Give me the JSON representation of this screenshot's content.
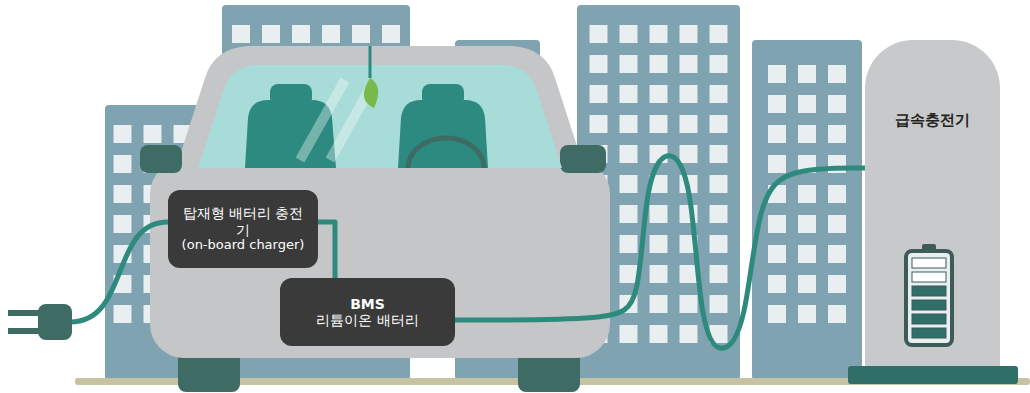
{
  "diagram": {
    "nodes": [
      {
        "text": [
          "탑재형 배터리 충전기",
          "(on-board charger)"
        ]
      },
      {
        "text": [
          "BMS",
          "리튬이온 배터리"
        ]
      },
      {
        "text": [
          "급속충전기"
        ]
      }
    ],
    "edges": [
      {
        "from": 0,
        "to": 1,
        "arrow": "none"
      },
      {
        "from": 1,
        "to": 2,
        "arrow": "none"
      }
    ]
  }
}
